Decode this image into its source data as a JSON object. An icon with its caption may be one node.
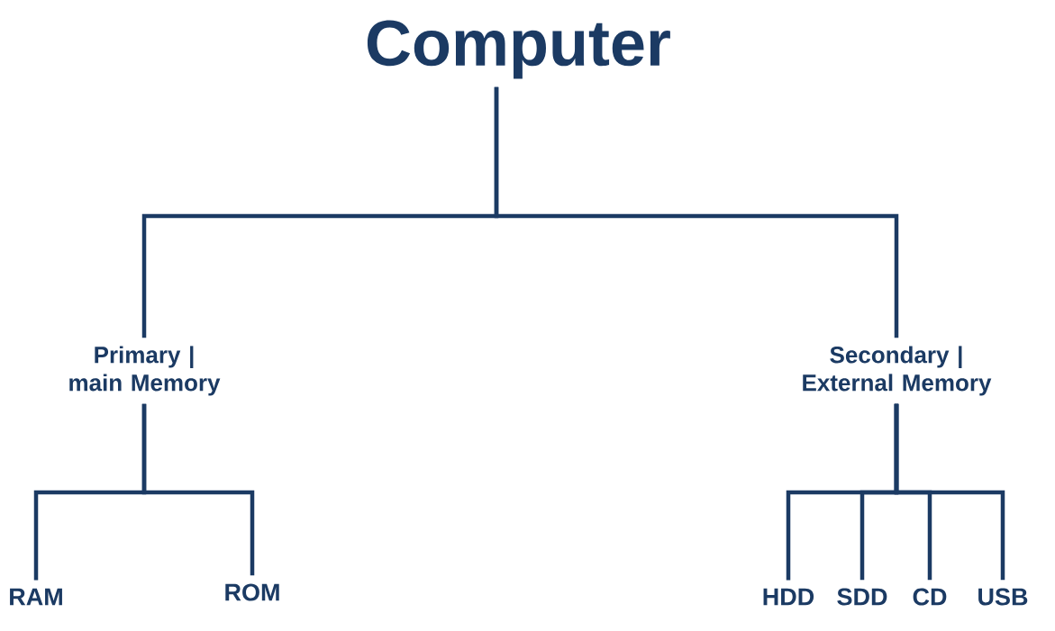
{
  "diagram": {
    "nodes": [
      {
        "text": [
          "Computer"
        ]
      },
      {
        "text": [
          "Primary | main Memory"
        ]
      },
      {
        "text": [
          "Secondary | External Memory"
        ]
      },
      {
        "text": [
          "RAM"
        ]
      },
      {
        "text": [
          "ROM"
        ]
      },
      {
        "text": [
          "HDD"
        ]
      },
      {
        "text": [
          "SDD"
        ]
      },
      {
        "text": [
          "CD"
        ]
      },
      {
        "text": [
          "USB"
        ]
      }
    ],
    "edges": [
      {
        "from": 0,
        "to": 1,
        "arrow": "none"
      },
      {
        "from": 0,
        "to": 2,
        "arrow": "none"
      },
      {
        "from": 1,
        "to": 3,
        "arrow": "none"
      },
      {
        "from": 1,
        "to": 4,
        "arrow": "none"
      },
      {
        "from": 2,
        "to": 5,
        "arrow": "none"
      },
      {
        "from": 2,
        "to": 6,
        "arrow": "none"
      },
      {
        "from": 2,
        "to": 7,
        "arrow": "none"
      },
      {
        "from": 2,
        "to": 8,
        "arrow": "none"
      }
    ]
  }
}
